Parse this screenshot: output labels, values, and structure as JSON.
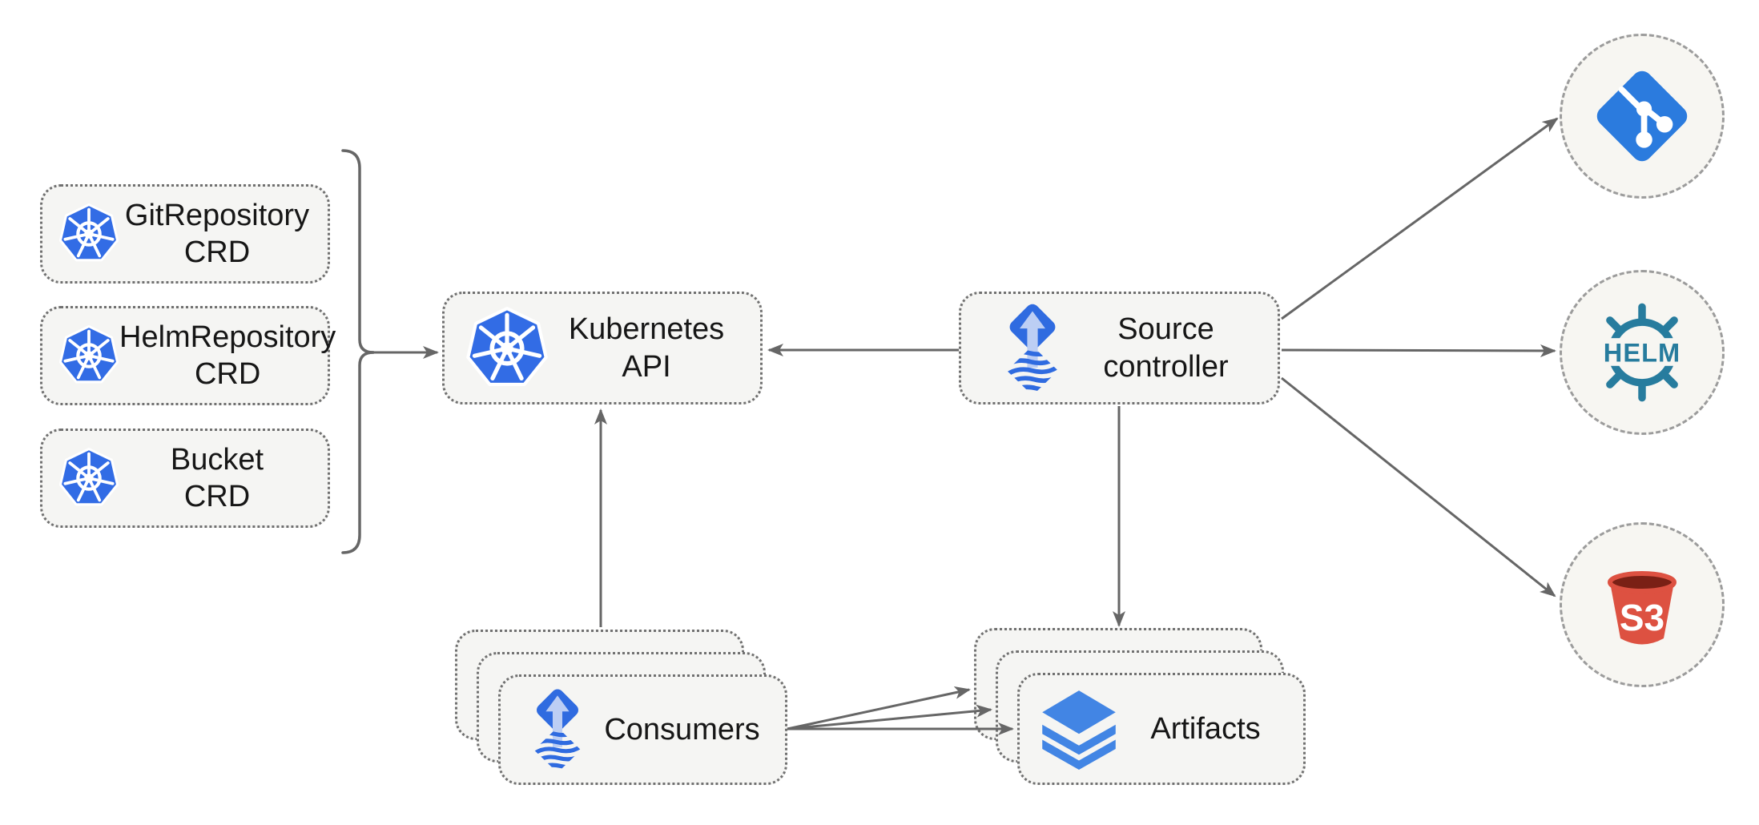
{
  "diagram_type": "architecture-diagram",
  "nodes": {
    "git_repository_crd": {
      "line1": "GitRepository",
      "line2": "CRD",
      "icon": "kubernetes-icon"
    },
    "helm_repository_crd": {
      "line1": "HelmRepository",
      "line2": "CRD",
      "icon": "kubernetes-icon"
    },
    "bucket_crd": {
      "line1": "Bucket",
      "line2": "CRD",
      "icon": "kubernetes-icon"
    },
    "kubernetes_api": {
      "label": "Kubernetes API",
      "icon": "kubernetes-icon"
    },
    "source_controller": {
      "line1": "Source",
      "line2": "controller",
      "icon": "flux-icon"
    },
    "consumers": {
      "label": "Consumers",
      "icon": "flux-icon",
      "stacked_cards": 3
    },
    "artifacts": {
      "label": "Artifacts",
      "icon": "layers-icon",
      "stacked_cards": 3
    }
  },
  "endpoints": {
    "git": {
      "icon": "git-icon"
    },
    "helm": {
      "icon": "helm-icon",
      "text": "HELM"
    },
    "s3": {
      "icon": "s3-icon",
      "text": "S3"
    }
  },
  "edges": [
    {
      "from": "crd-group-bracket",
      "to": "kubernetes-api",
      "style": "arrow"
    },
    {
      "from": "source-controller",
      "to": "kubernetes-api",
      "style": "arrow"
    },
    {
      "from": "consumers",
      "to": "kubernetes-api",
      "style": "arrow"
    },
    {
      "from": "source-controller",
      "to": "artifacts",
      "style": "arrow"
    },
    {
      "from": "source-controller",
      "to": "git-endpoint",
      "style": "arrow"
    },
    {
      "from": "source-controller",
      "to": "helm-endpoint",
      "style": "arrow"
    },
    {
      "from": "source-controller",
      "to": "s3-endpoint",
      "style": "arrow"
    },
    {
      "from": "consumers",
      "to": "artifacts",
      "style": "arrow",
      "count": 3
    }
  ],
  "colors": {
    "background": "#FFFFFF",
    "node_fill": "#F5F5F3",
    "node_border": "#707070",
    "circle_fill": "#F7F6F2",
    "circle_border": "#9C9C9C",
    "arrow_gray": "#666666",
    "text": "#161616",
    "kubernetes_blue": "#326CE5",
    "flux_blue": "#2F6BE0",
    "flux_light_blue": "#BCCEF4",
    "git_blue": "#2B7BDE",
    "helm_teal": "#277C9E",
    "s3_red": "#DD5141",
    "s3_dark_red": "#7A2015",
    "layers_blue": "#4285E4"
  }
}
